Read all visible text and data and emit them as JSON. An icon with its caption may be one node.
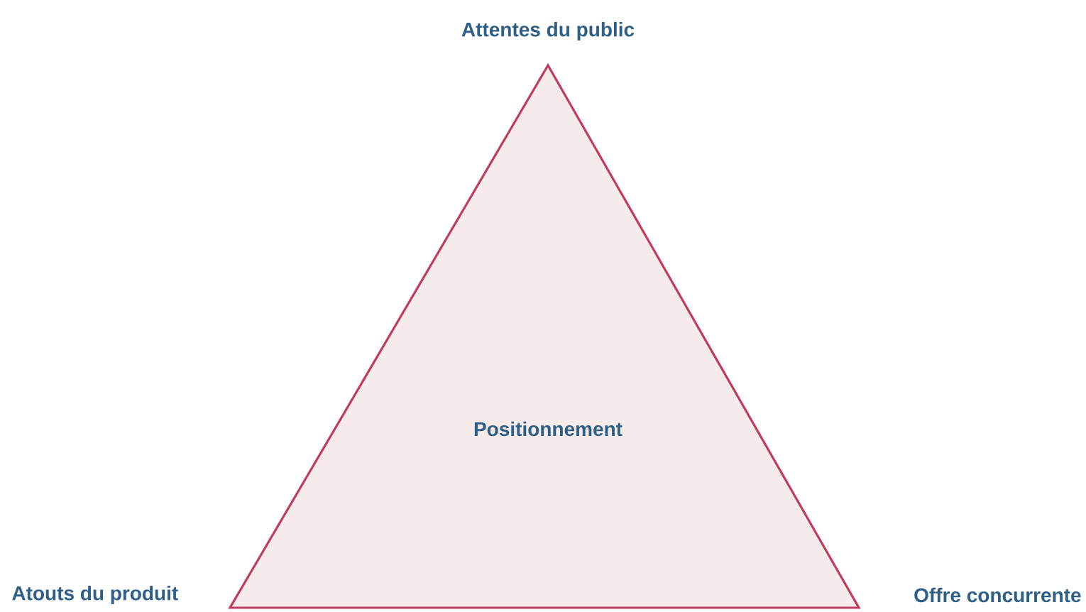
{
  "diagram": {
    "nodes": [
      {
        "text": [
          "Positionnement"
        ]
      }
    ],
    "labels": [
      "Attentes du public",
      "Atouts du produit",
      "Offre concurrente"
    ]
  }
}
